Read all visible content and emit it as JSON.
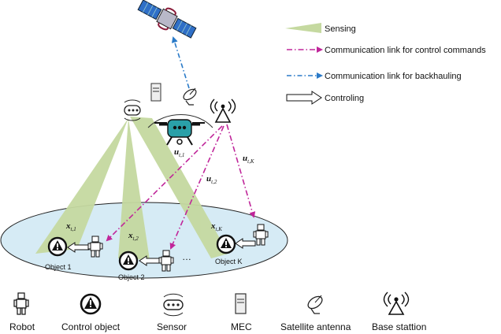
{
  "legend": {
    "sensing": "Sensing",
    "control_link": "Communication link for control commands",
    "backhaul_link": "Communication link for backhauling",
    "controlling": "Controling"
  },
  "math_labels": {
    "u_t1": {
      "base": "u",
      "sub": "t,1"
    },
    "u_t2": {
      "base": "u",
      "sub": "t,2"
    },
    "u_tK": {
      "base": "u",
      "sub": "t,K"
    },
    "x_t1": {
      "base": "x",
      "sub": "t,1"
    },
    "x_t2": {
      "base": "x",
      "sub": "t,2"
    },
    "x_tK": {
      "base": "x",
      "sub": "t,K"
    }
  },
  "objects": {
    "object1": "Object 1",
    "object2": "Object 2",
    "objectK": "Object K",
    "ellipsis": "…"
  },
  "bottom_legend": {
    "robot": "Robot",
    "control_object": "Control object",
    "sensor": "Sensor",
    "mec": "MEC",
    "satellite_antenna": "Satellite antenna",
    "base_station": "Base stattion"
  },
  "colors": {
    "sensing_beam": "#c5d9a0",
    "control_link": "#c0269a",
    "backhaul_link": "#2a7ac8",
    "ground_fill": "#d6ebf5",
    "drone_body": "#2aa0a8",
    "satellite_panel": "#2f6fc7"
  }
}
